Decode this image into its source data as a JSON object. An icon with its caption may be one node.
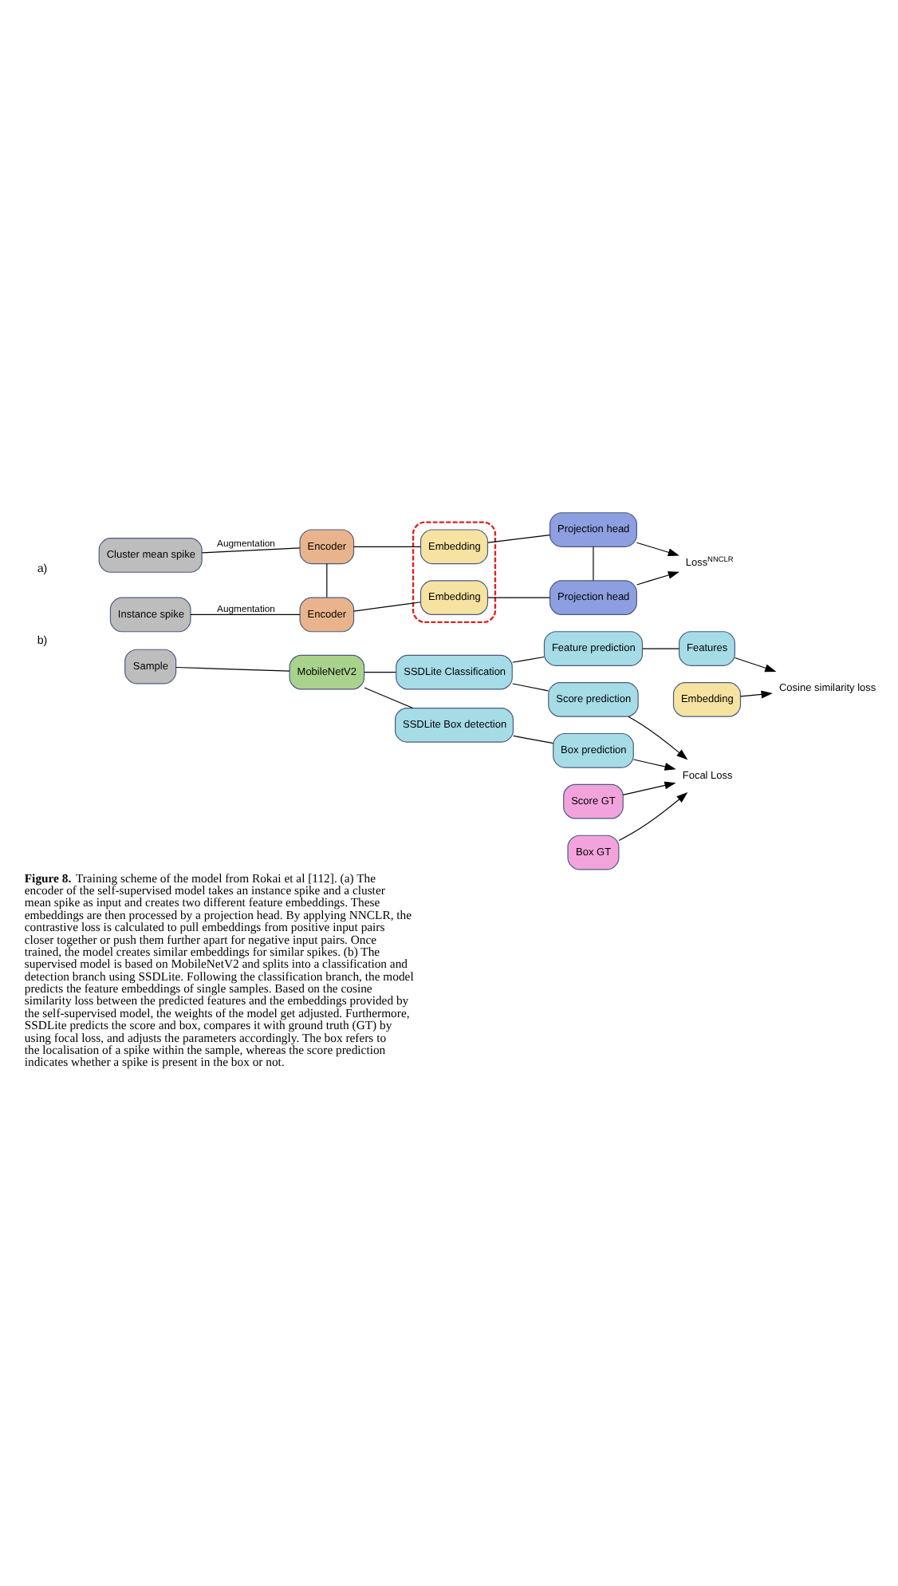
{
  "diagram": {
    "caption": "**Figure 8.** Training scheme of the model from Rokai et al [112]. (a) The encoder of the self-supervised model takes an instance spike and a cluster mean spike as input and creates two different feature embeddings. These embeddings are then processed by a projection head. By applying NNCLR, the contrastive loss is calculated to pull embeddings from positive input pairs closer together or push them further apart for negative input pairs. Once trained, the model creates similar embeddings for similar spikes. (b) The supervised model is based on MobileNetV2 and splits into a classification and detection branch using SSDLite. Following the classification branch, the model predicts the feature embeddings of single samples. Based on the cosine similarity loss between the predicted features and the embeddings provided by the self-supervised model, the weights of the model get adjusted. Furthermore, SSDLite predicts the score and box, compares it with ground truth (GT) by using focal loss, and adjusts the parameters accordingly. The box refers to the localisation of a spike within the sample, whereas the score prediction indicates whether a spike is present in the box or not.",
    "nodes": [
      {
        "text": [
          "Cluster mean spike"
        ]
      },
      {
        "text": [
          "Instance spike"
        ]
      },
      {
        "text": [
          "Encoder"
        ]
      },
      {
        "text": [
          "Encoder"
        ]
      },
      {
        "text": [],
        "shape": "box"
      },
      {
        "text": [
          "Embedding"
        ],
        "in": 4
      },
      {
        "text": [
          "Embedding"
        ],
        "in": 4
      },
      {
        "text": [
          "Projection head"
        ]
      },
      {
        "text": [
          "Projection head"
        ]
      },
      {
        "text": [
          "Loss$^{NNCLR}$"
        ]
      },
      {
        "text": [
          "Sample"
        ]
      },
      {
        "text": [
          "MobileNetV2"
        ]
      },
      {
        "text": [
          "SSDLite Classification"
        ]
      },
      {
        "text": [
          "SSDLite Box detection"
        ]
      },
      {
        "text": [
          "Feature prediction"
        ]
      },
      {
        "text": [
          "Score prediction"
        ]
      },
      {
        "text": [
          "Box prediction"
        ]
      },
      {
        "text": [
          "Features"
        ]
      },
      {
        "text": [
          "Cosine similarity loss"
        ]
      },
      {
        "text": [
          "Embedding"
        ]
      },
      {
        "text": [
          "Focal Loss"
        ]
      },
      {
        "text": [
          "Score GT"
        ]
      },
      {
        "text": [
          "Box GT"
        ]
      }
    ],
    "edges": [
      {
        "from": 0,
        "to": 2,
        "arrow": "none",
        "label": "Augmentation"
      },
      {
        "from": 1,
        "to": 3,
        "arrow": "none",
        "label": "Augmentation"
      },
      {
        "from": 2,
        "to": 5,
        "arrow": "none"
      },
      {
        "from": 5,
        "to": 7,
        "arrow": "none"
      },
      {
        "from": 3,
        "to": 6,
        "arrow": "none"
      },
      {
        "from": 6,
        "to": 8,
        "arrow": "none"
      },
      {
        "from": 2,
        "to": 3,
        "arrow": "none"
      },
      {
        "from": 7,
        "to": 8,
        "arrow": "none"
      },
      {
        "from": 7,
        "to": 9,
        "arrow": "to"
      },
      {
        "from": 8,
        "to": 9,
        "arrow": "to"
      },
      {
        "from": 10,
        "to": 11,
        "arrow": "none"
      },
      {
        "from": 11,
        "to": 12,
        "arrow": "none"
      },
      {
        "from": 11,
        "to": 13,
        "arrow": "none"
      },
      {
        "from": 12,
        "to": 14,
        "arrow": "none"
      },
      {
        "from": 12,
        "to": 15,
        "arrow": "none"
      },
      {
        "from": 13,
        "to": 16,
        "arrow": "none"
      },
      {
        "from": 14,
        "to": 17,
        "arrow": "none"
      },
      {
        "from": 17,
        "to": 18,
        "arrow": "to"
      },
      {
        "from": 19,
        "to": 18,
        "arrow": "to"
      },
      {
        "from": 15,
        "to": 20,
        "arrow": "to"
      },
      {
        "from": 21,
        "to": 20,
        "arrow": "to"
      },
      {
        "from": 16,
        "to": 20,
        "arrow": "to"
      },
      {
        "from": 22,
        "to": 20,
        "arrow": "to"
      }
    ],
    "labels": [
      "a)",
      "b)"
    ]
  }
}
